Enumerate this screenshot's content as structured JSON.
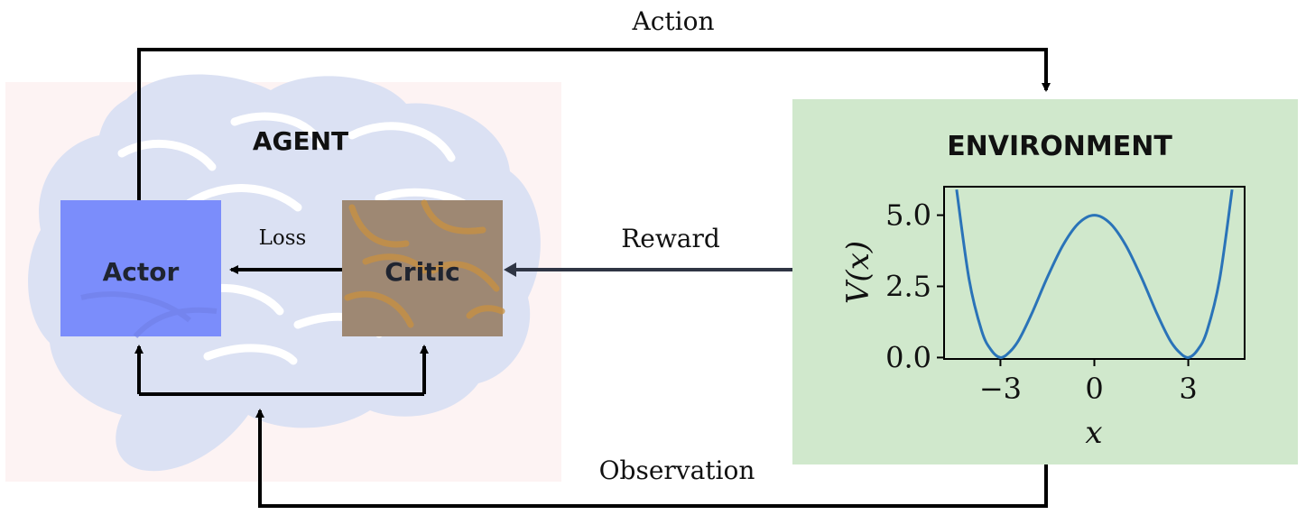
{
  "labels": {
    "action": "Action",
    "reward": "Reward",
    "observation": "Observation",
    "loss": "Loss",
    "agent": "AGENT",
    "environment": "ENVIRONMENT",
    "actor": "Actor",
    "critic": "Critic"
  },
  "colors": {
    "agent_bg": "#fdf3f3",
    "brain": "#dbe1f3",
    "actor": "#7b8dfb",
    "critic": "#9e8873",
    "critic_veins": "#c9913f",
    "environment_bg": "#d0e8cc",
    "curve": "#2a73b8",
    "arrow": "#000000",
    "reward_arrow": "#2f3544"
  },
  "chart_data": {
    "type": "line",
    "xlabel": "x",
    "ylabel": "V(x)",
    "xlim": [
      -4.8,
      4.8
    ],
    "ylim": [
      -0.05,
      6.0
    ],
    "xticks": [
      "−3",
      "0",
      "3"
    ],
    "xtick_values": [
      -3,
      0,
      3
    ],
    "yticks": [
      "0.0",
      "2.5",
      "5.0"
    ],
    "ytick_values": [
      0,
      2.5,
      5
    ],
    "series": [
      {
        "x": [
          -4.4,
          -4.0,
          -3.6,
          -3.3,
          -3.0,
          -2.7,
          -2.4,
          -2.0,
          -1.5,
          -1.0,
          -0.5,
          0.0,
          0.5,
          1.0,
          1.5,
          2.0,
          2.4,
          2.7,
          3.0,
          3.3,
          3.6,
          4.0,
          4.4
        ],
        "y": [
          5.9,
          2.74,
          0.94,
          0.27,
          0.0,
          0.2,
          0.64,
          1.54,
          2.82,
          3.95,
          4.72,
          5.0,
          4.72,
          3.95,
          2.82,
          1.54,
          0.64,
          0.2,
          0.0,
          0.27,
          0.94,
          2.74,
          5.9
        ]
      }
    ]
  }
}
